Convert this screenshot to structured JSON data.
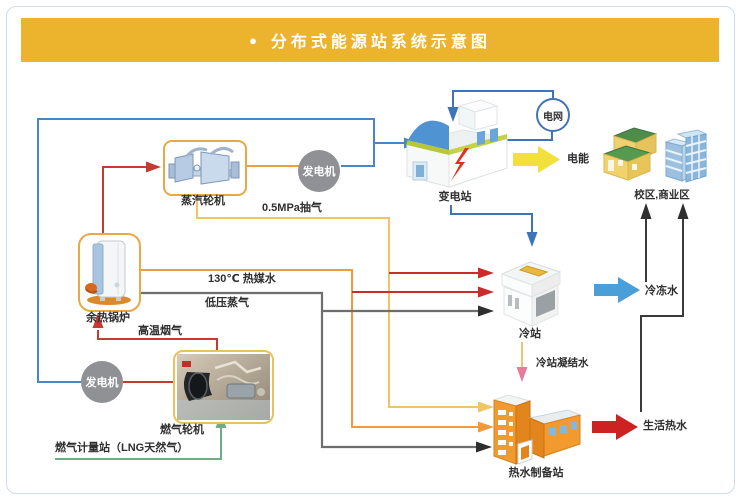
{
  "title": {
    "bullet": "●",
    "text": "分布式能源站系统示意图"
  },
  "nodes": {
    "steam_turbine": "蒸汽轮机",
    "generator_top": "发电机",
    "generator_bottom": "发电机",
    "substation": "变电站",
    "grid": "电网",
    "electric_energy": "电能",
    "campus": "校区,商业区",
    "boiler": "余热锅炉",
    "gas_turbine": "燃气轮机",
    "lng_station": "燃气计量站（LNG天然气）",
    "cold_station": "冷站",
    "condensate": "冷站凝结水",
    "hot_water_station": "热水制备站",
    "chilled_water": "冷冻水",
    "domestic_hot_water": "生活热水"
  },
  "flows": {
    "extraction_steam": "0.5MPa抽气",
    "hot_media_water": "130℃ 热媒水",
    "low_pressure_steam": "低压蒸气",
    "high_temp_flue_gas": "高温烟气"
  },
  "colors": {
    "title_bar": "#ecb32c",
    "electricity_line": "#4b86c4",
    "grid_line": "#3f74b8",
    "extraction_line": "#f0c468",
    "hot_media_line": "#ef9a3c",
    "low_pressure_steam_line": "#6e6e6e",
    "flue_gas_line": "#c53b33",
    "lng_line": "#6fae82",
    "condensate_arrow": "#e87a9a",
    "electric_big_arrow": "#f2e13c",
    "chilled_big_arrow": "#4a9fd8",
    "hot_water_big_arrow": "#cc2222",
    "equipment_border": "#e8a848",
    "generator_circle": "#8f9194"
  }
}
